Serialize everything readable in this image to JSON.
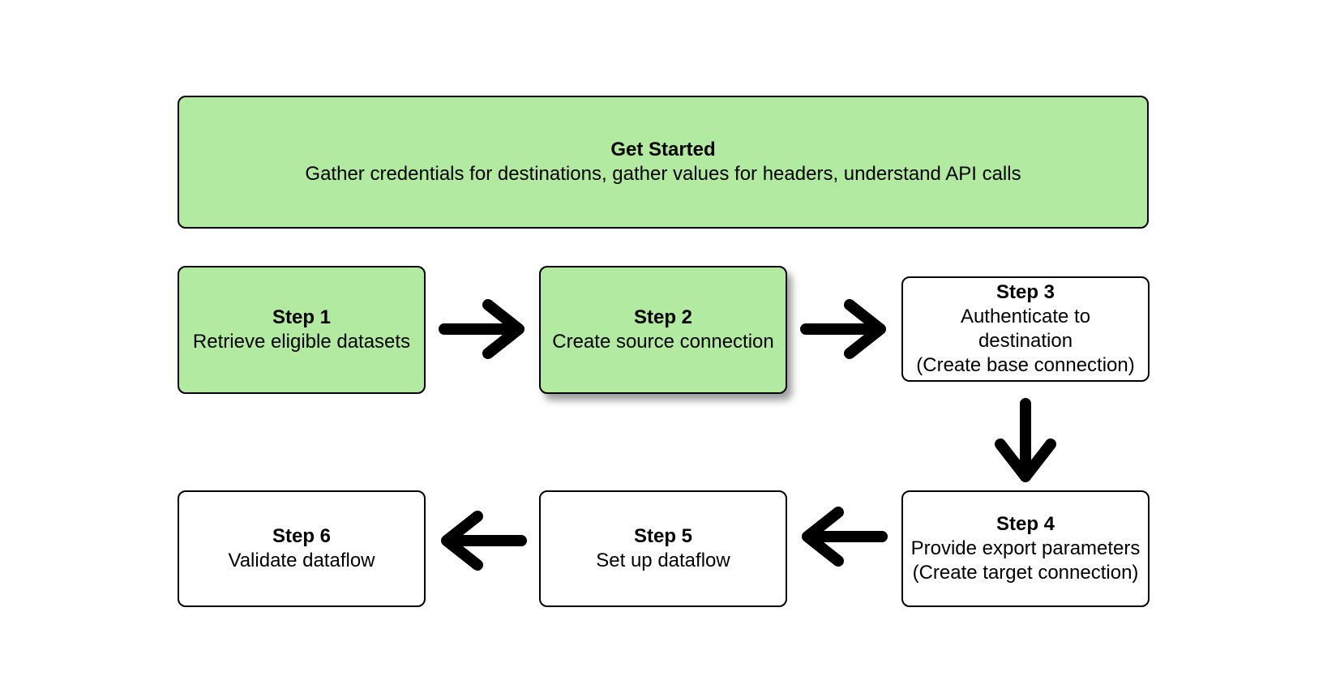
{
  "colors": {
    "highlight_fill": "#b3eaa1",
    "default_fill": "#ffffff",
    "border": "#000000",
    "arrow": "#000000"
  },
  "boxes": {
    "get_started": {
      "title": "Get Started",
      "lines": [
        "Gather credentials for destinations, gather values for headers, understand API calls"
      ],
      "highlighted": true
    },
    "step1": {
      "title": "Step 1",
      "lines": [
        "Retrieve eligible datasets"
      ],
      "highlighted": true
    },
    "step2": {
      "title": "Step 2",
      "lines": [
        "Create source connection"
      ],
      "highlighted": true
    },
    "step3": {
      "title": "Step 3",
      "lines": [
        "Authenticate to",
        "destination",
        "(Create base connection)"
      ],
      "highlighted": false
    },
    "step4": {
      "title": "Step 4",
      "lines": [
        "Provide export parameters",
        "(Create target connection)"
      ],
      "highlighted": false
    },
    "step5": {
      "title": "Step 5",
      "lines": [
        "Set up dataflow"
      ],
      "highlighted": false
    },
    "step6": {
      "title": "Step 6",
      "lines": [
        "Validate dataflow"
      ],
      "highlighted": false
    }
  },
  "arrows": [
    {
      "from": "step1",
      "to": "step2",
      "direction": "right"
    },
    {
      "from": "step2",
      "to": "step3",
      "direction": "right"
    },
    {
      "from": "step3",
      "to": "step4",
      "direction": "down"
    },
    {
      "from": "step4",
      "to": "step5",
      "direction": "left"
    },
    {
      "from": "step5",
      "to": "step6",
      "direction": "left"
    }
  ]
}
